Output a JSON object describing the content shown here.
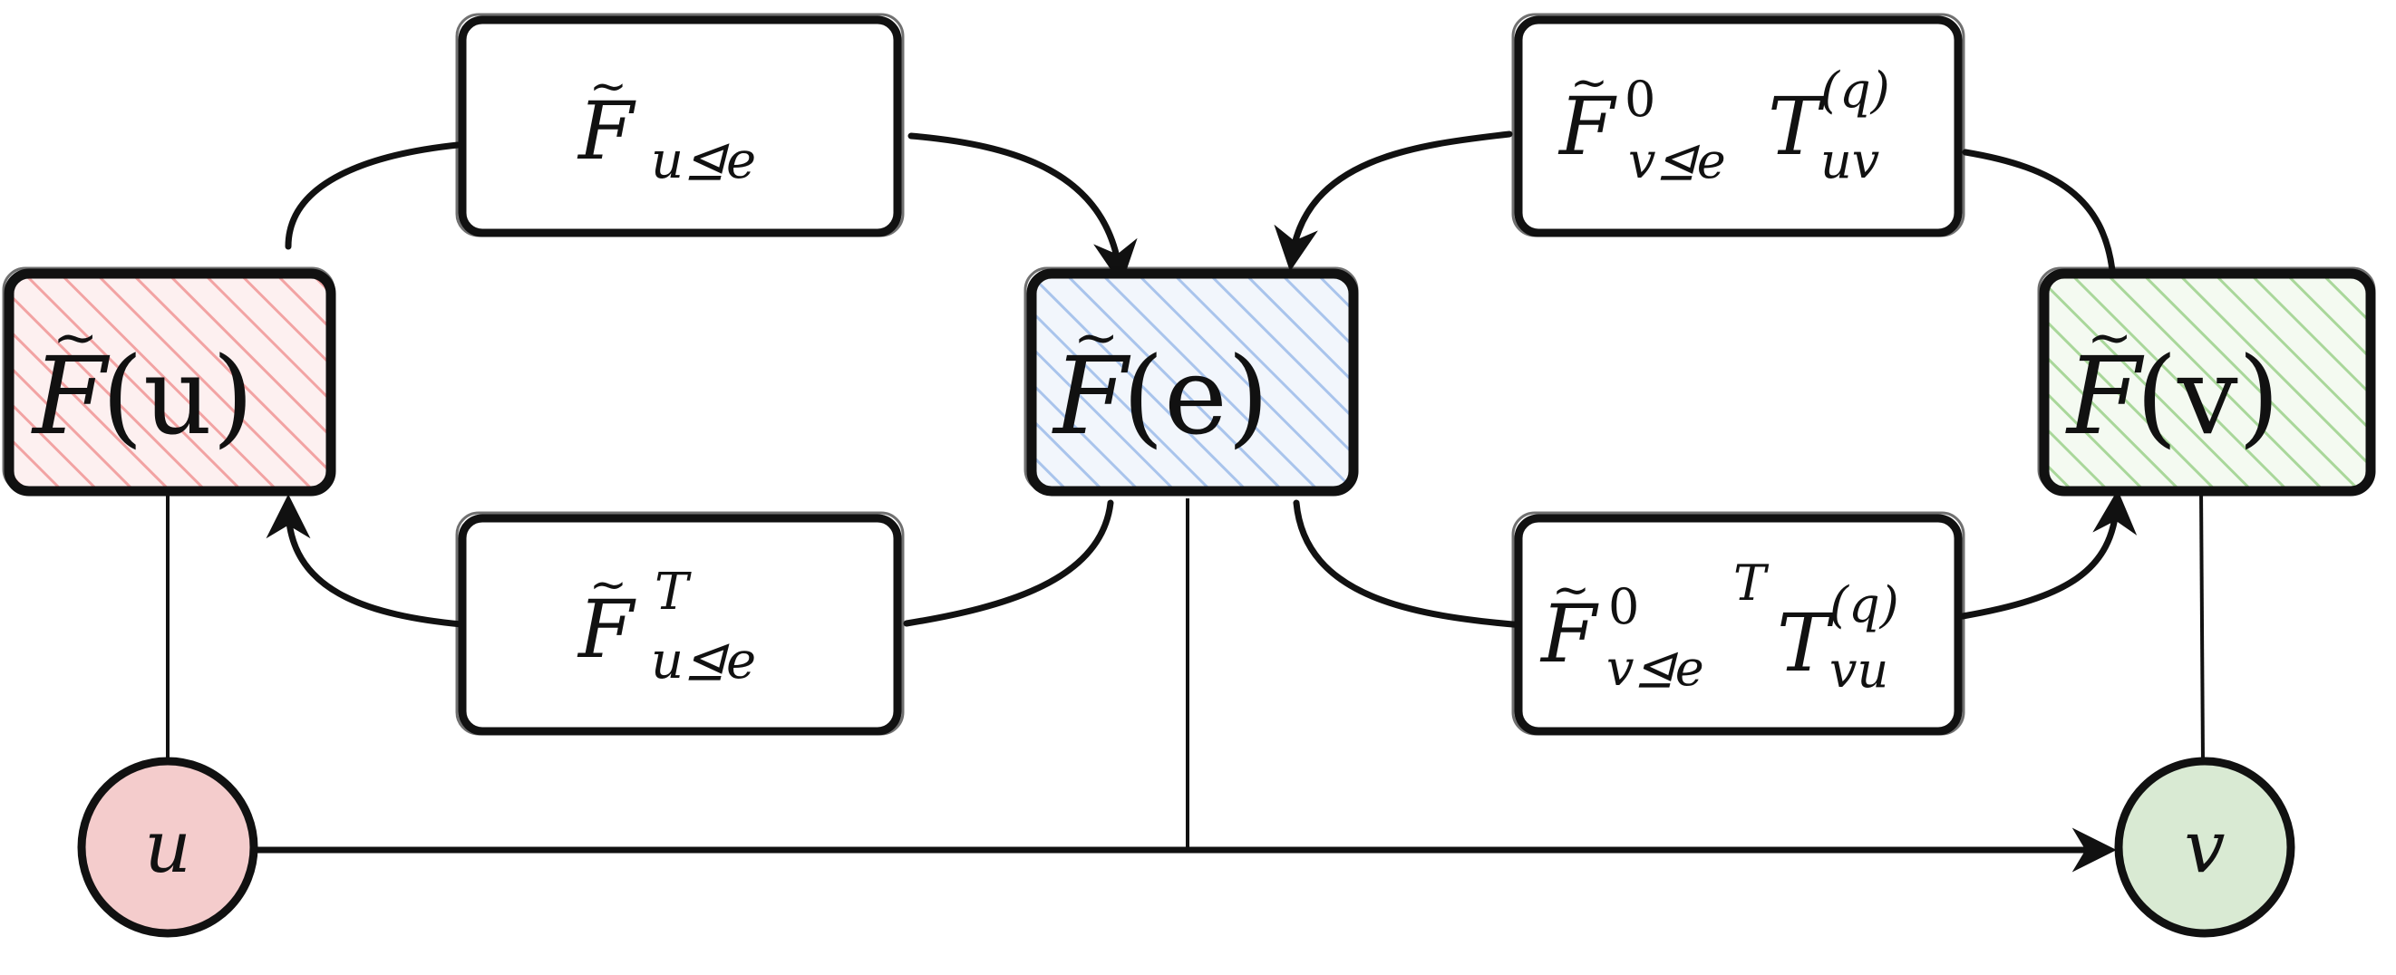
{
  "colors": {
    "u_fill": "#f4cccc",
    "u_hatch": "#f2a3a3",
    "e_hatch": "#a9c4ec",
    "v_fill": "#d9ead3",
    "v_hatch": "#a9d79a",
    "stroke": "#111111"
  },
  "nodes": {
    "u": {
      "label": "u"
    },
    "v": {
      "label": "v"
    }
  },
  "stalks": {
    "F_u": {
      "script": "F",
      "arg": "(u)"
    },
    "F_e": {
      "script": "F",
      "arg": "(e)"
    },
    "F_v": {
      "script": "F",
      "arg": "(v)"
    }
  },
  "maps": {
    "restriction_u": {
      "script": "F",
      "sub": "u⊴e"
    },
    "transpose_u": {
      "script": "F",
      "sup": "T",
      "sub": "u⊴e"
    },
    "restriction_v": {
      "script": "F",
      "sup": "0",
      "sub": "v⊴e",
      "transport": "T",
      "transport_sup": "(q)",
      "transport_sub": "uv"
    },
    "transpose_v": {
      "script": "F",
      "sup": "0",
      "sub": "v⊴e",
      "extra_sup": "T",
      "transport": "T",
      "transport_sup": "(q)",
      "transport_sub": "vu"
    }
  },
  "tilde": "~"
}
